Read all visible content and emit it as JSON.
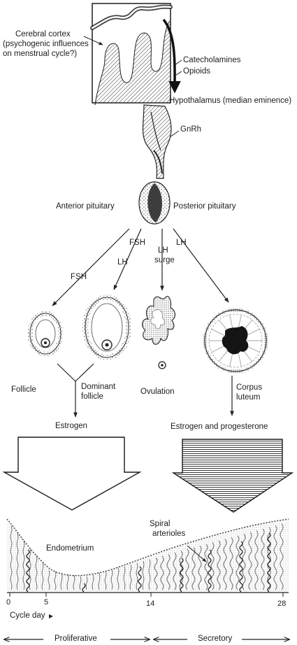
{
  "brain": {
    "cortex_line1": "Cerebral cortex",
    "cortex_line2": "(psychogenic influences",
    "cortex_line3": "on menstrual cycle?)",
    "catecholamines": "Catecholamines",
    "opioids": "Opioids",
    "hypothalamus": "Hypothalamus (median eminence)",
    "gnrh": "GnRh"
  },
  "pituitary": {
    "anterior": "Anterior pituitary",
    "posterior": "Posterior pituitary"
  },
  "hormones": {
    "fsh_left": "FSH",
    "fsh_mid": "FSH",
    "lh_mid": "LH",
    "lh_surge_1": "LH",
    "lh_surge_2": "surge",
    "lh_right": "LH"
  },
  "ovary": {
    "follicle": "Follicle",
    "dominant_1": "Dominant",
    "dominant_2": "follicle",
    "ovulation": "Ovulation",
    "corpus_1": "Corpus",
    "corpus_2": "luteum"
  },
  "secretion": {
    "estrogen": "Estrogen",
    "estrogen_progesterone": "Estrogen and progesterone"
  },
  "endometrium": {
    "label": "Endometrium",
    "spiral_1": "Spiral",
    "spiral_2": "arterioles"
  },
  "cycle": {
    "day_label": "Cycle day",
    "ticks": [
      "0",
      "5",
      "14",
      "28"
    ],
    "proliferative": "Proliferative",
    "secretory": "Secretory"
  }
}
